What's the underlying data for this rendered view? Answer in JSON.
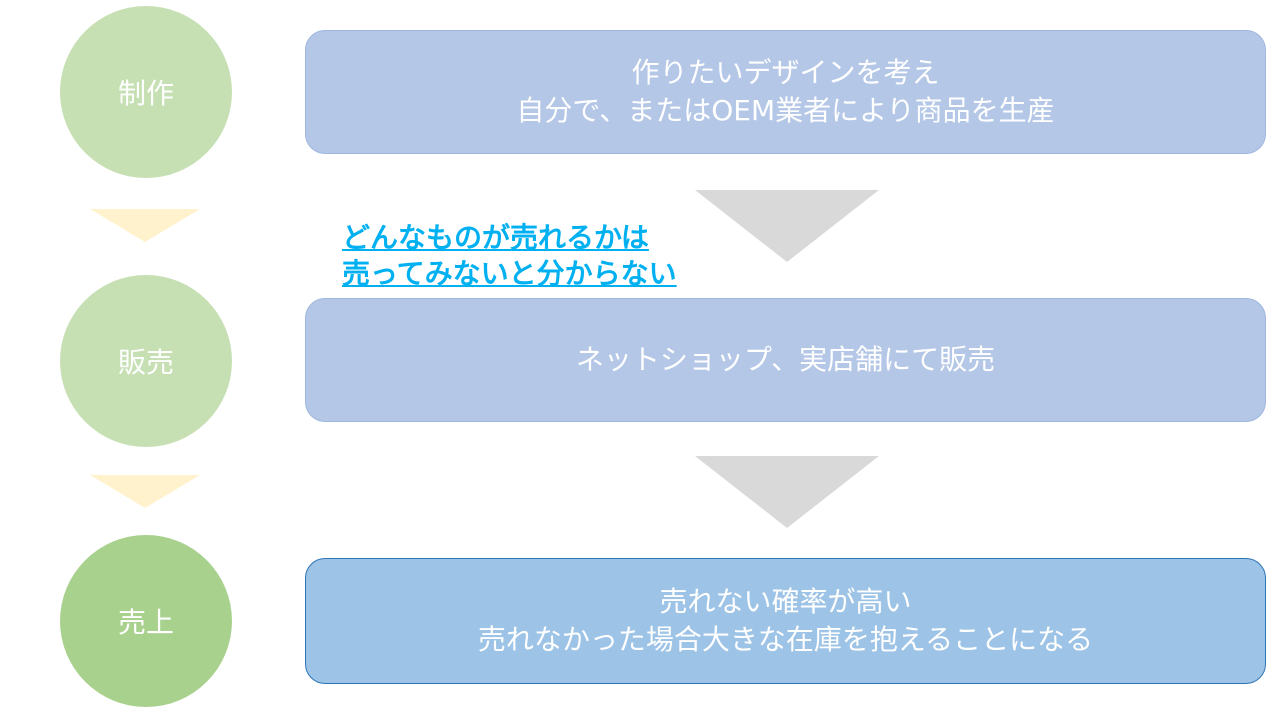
{
  "stages": [
    {
      "label": "制作"
    },
    {
      "label": "販売"
    },
    {
      "label": "売上"
    }
  ],
  "boxes": [
    {
      "lines": [
        "作りたいデザインを考え",
        "自分で、またはOEM業者により商品を生産"
      ]
    },
    {
      "lines": [
        "ネットショップ、実店舗にて販売"
      ]
    },
    {
      "lines": [
        "売れない確率が高い",
        "売れなかった場合大きな在庫を抱えることになる"
      ]
    }
  ],
  "note": {
    "lines": [
      "どんなものが売れるかは",
      "売ってみないと分からない"
    ]
  },
  "colors": {
    "circle": "#c6e0b4",
    "circle_final": "#a9d18e",
    "box": "#b4c7e7",
    "box_final": "#9dc3e6",
    "arrow": "#d9d9d9",
    "chevron": "#fff2cc",
    "note": "#00b0f0"
  }
}
